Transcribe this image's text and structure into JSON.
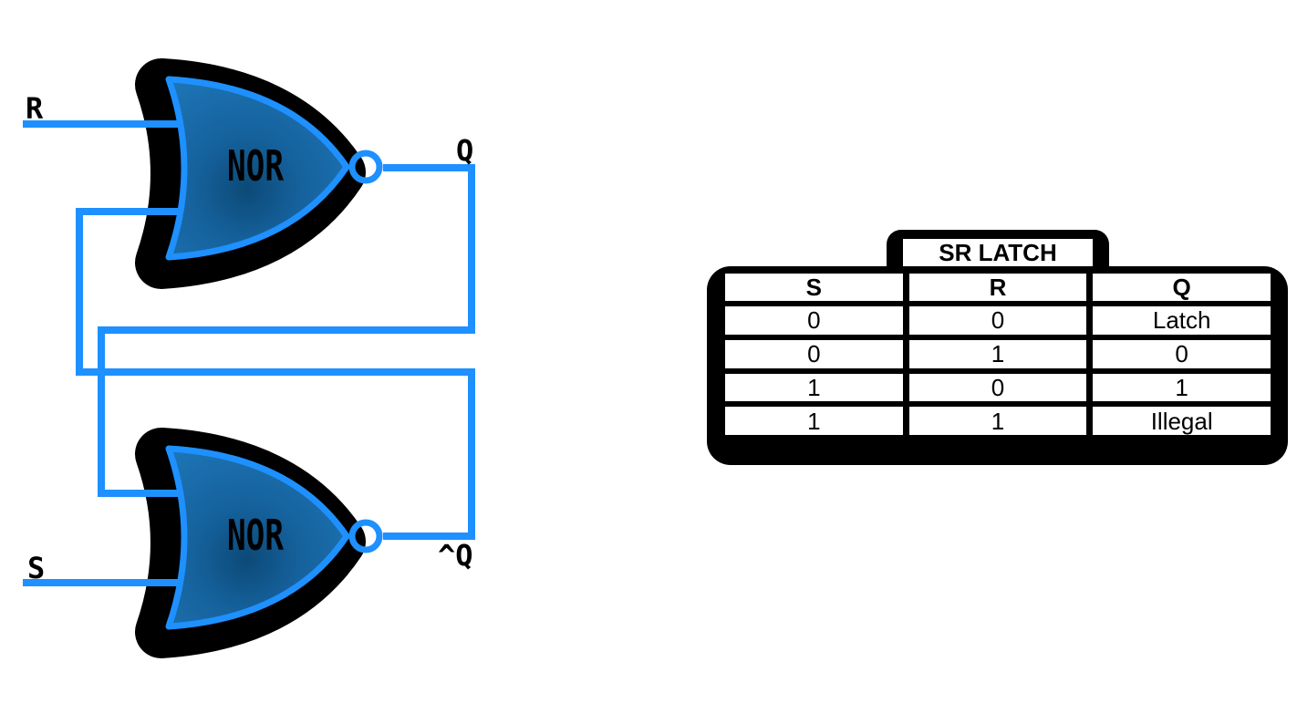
{
  "diagram": {
    "gate_top": {
      "label": "NOR"
    },
    "gate_bottom": {
      "label": "NOR"
    },
    "labels": {
      "r": "R",
      "s": "S",
      "q": "Q",
      "qbar": "^Q"
    },
    "colors": {
      "wire_blue": "#1E90FF",
      "gate_fill_mid": "#15619C",
      "gate_fill_dark": "#0C4A77",
      "gate_fill_light": "#1D74B4",
      "shadow_black": "#000000"
    }
  },
  "truth_table": {
    "title": "SR LATCH",
    "columns": [
      "S",
      "R",
      "Q"
    ],
    "rows": [
      [
        "0",
        "0",
        "Latch"
      ],
      [
        "0",
        "1",
        "0"
      ],
      [
        "1",
        "0",
        "1"
      ],
      [
        "1",
        "1",
        "Illegal"
      ]
    ]
  }
}
